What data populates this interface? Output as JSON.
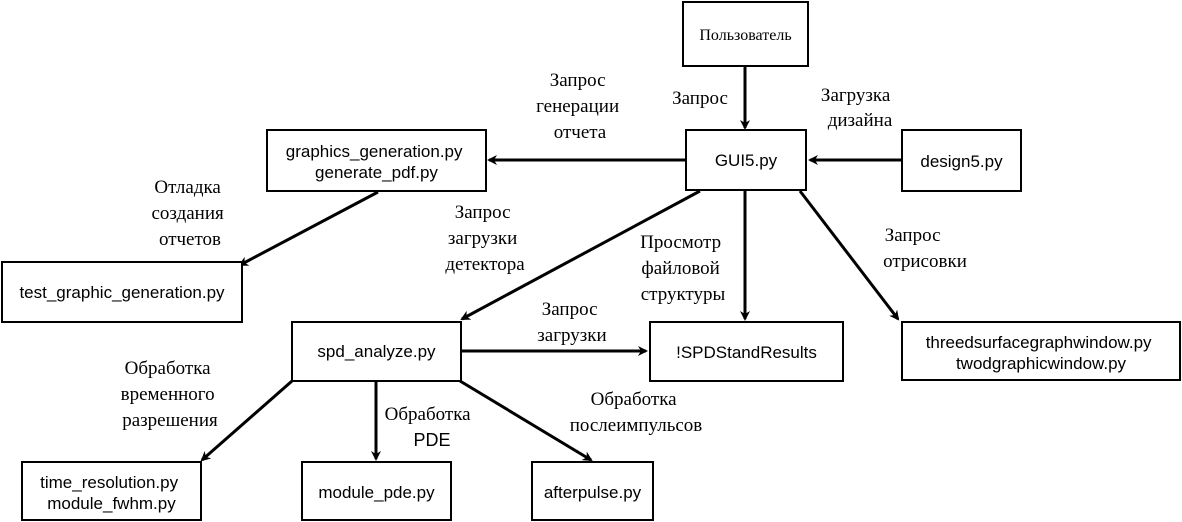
{
  "nodes": {
    "user": {
      "lines": [
        "Пользователь"
      ]
    },
    "gui": {
      "lines": [
        "GUI5.py"
      ]
    },
    "design": {
      "lines": [
        "design5.py"
      ]
    },
    "graphics": {
      "lines": [
        "graphics_generation.py",
        "generate_pdf.py"
      ]
    },
    "test_gen": {
      "lines": [
        "test_graphic_generation.py"
      ]
    },
    "spd": {
      "lines": [
        "spd_analyze.py"
      ]
    },
    "results": {
      "lines": [
        "!SPDStandResults"
      ]
    },
    "windows": {
      "lines": [
        "threedsurfacegraphwindow.py",
        "twodgraphicwindow.py"
      ]
    },
    "time_res": {
      "lines": [
        "time_resolution.py",
        "module_fwhm.py"
      ]
    },
    "pde": {
      "lines": [
        "module_pde.py"
      ]
    },
    "afterpulse": {
      "lines": [
        "afterpulse.py"
      ]
    }
  },
  "edges": {
    "user_gui": {
      "lines": [
        "Запрос"
      ]
    },
    "design_gui": {
      "lines": [
        "Загрузка",
        "дизайна"
      ]
    },
    "gui_graphics": {
      "lines": [
        "Запрос",
        "генерации",
        "отчета"
      ]
    },
    "graphics_test": {
      "lines": [
        "Отладка",
        "создания",
        "отчетов"
      ]
    },
    "gui_spd": {
      "lines": [
        "Запрос",
        "загрузки",
        "детектора"
      ]
    },
    "gui_results": {
      "lines": [
        "Просмотр",
        "файловой",
        "структуры"
      ]
    },
    "gui_windows": {
      "lines": [
        "Запрос",
        "отрисовки"
      ]
    },
    "spd_results": {
      "lines": [
        "Запрос",
        "загрузки"
      ]
    },
    "spd_time": {
      "lines": [
        "Обработка",
        "временного",
        "разрешения"
      ]
    },
    "spd_pde": {
      "lines": [
        "Обработка",
        "PDE"
      ]
    },
    "spd_after": {
      "lines": [
        "Обработка",
        "послеимпульсов"
      ]
    }
  }
}
